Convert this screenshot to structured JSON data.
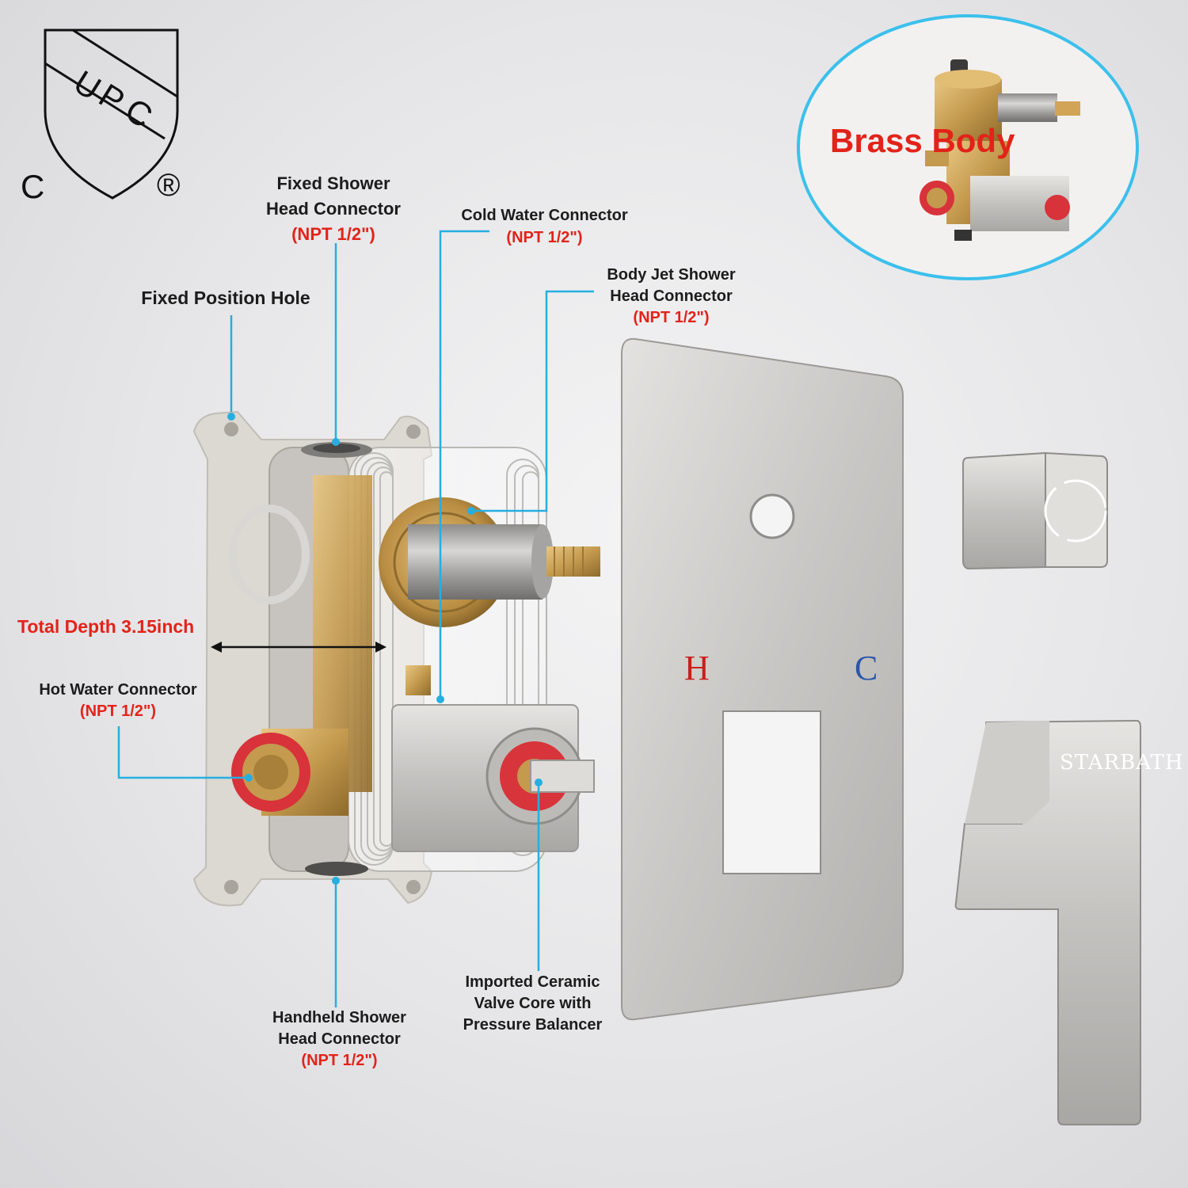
{
  "certification": {
    "letters": [
      "U",
      "P",
      "C"
    ],
    "left_mark": "C",
    "right_mark": "®"
  },
  "callouts": {
    "fixed_shower_head": {
      "line1": "Fixed Shower",
      "line2": "Head Connector",
      "spec": "(NPT 1/2\")"
    },
    "cold_water": {
      "line1": "Cold Water Connector",
      "spec": "(NPT 1/2\")"
    },
    "body_jet": {
      "line1": "Body Jet Shower",
      "line2": "Head Connector",
      "spec": "(NPT 1/2\")"
    },
    "fixed_position_hole": {
      "line1": "Fixed Position Hole"
    },
    "total_depth": {
      "text": "Total Depth 3.15inch"
    },
    "hot_water": {
      "line1": "Hot Water Connector",
      "spec": "(NPT 1/2\")"
    },
    "handheld": {
      "line1": "Handheld Shower",
      "line2": "Head Connector",
      "spec": "(NPT 1/2\")"
    },
    "ceramic_core": {
      "line1": "Imported Ceramic",
      "line2": "Valve Core with",
      "line3": "Pressure Balancer"
    }
  },
  "inset": {
    "line1": "Brass",
    "line2": "Body"
  },
  "trim_plate": {
    "hot_mark": "H",
    "cold_mark": "C"
  },
  "handle": {
    "brand": "STARBATH"
  },
  "colors": {
    "leader_line": "#27aee0",
    "spec_red": "#e2231a",
    "hot_mark": "#c8201c",
    "cold_mark": "#2a56a8",
    "inset_border": "#3cc0ec",
    "brushed_nickel": "#c9c7c4",
    "brass": "#c9a055"
  }
}
